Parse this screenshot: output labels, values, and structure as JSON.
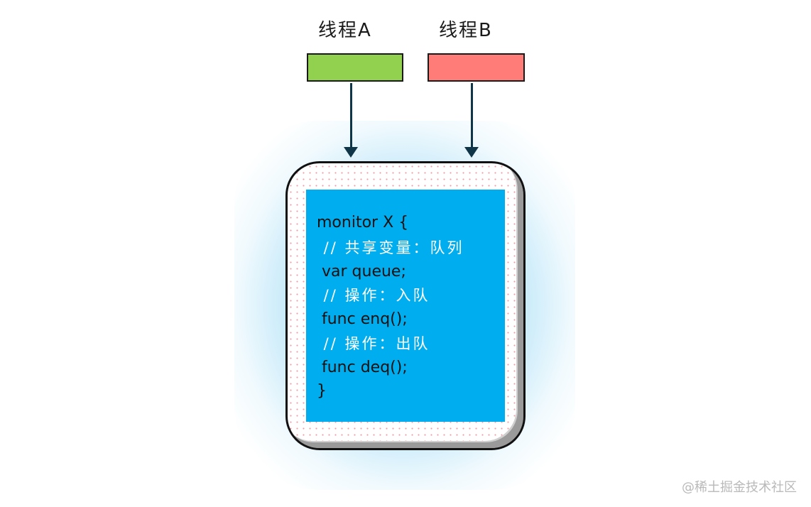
{
  "threads": [
    {
      "label": "线程A",
      "color": "#92d050"
    },
    {
      "label": "线程B",
      "color": "#ff7c78"
    }
  ],
  "monitor": {
    "inner_color": "#00adee",
    "code": [
      {
        "text": "monitor X {",
        "type": "code"
      },
      {
        "text": " // 共享变量：队列",
        "type": "comment"
      },
      {
        "text": " var queue;",
        "type": "code"
      },
      {
        "text": " // 操作：入队",
        "type": "comment"
      },
      {
        "text": " func enq();",
        "type": "code"
      },
      {
        "text": " // 操作：出队",
        "type": "comment"
      },
      {
        "text": " func deq();",
        "type": "code"
      },
      {
        "text": "}",
        "type": "code"
      }
    ]
  },
  "watermark": "@稀土掘金技术社区"
}
